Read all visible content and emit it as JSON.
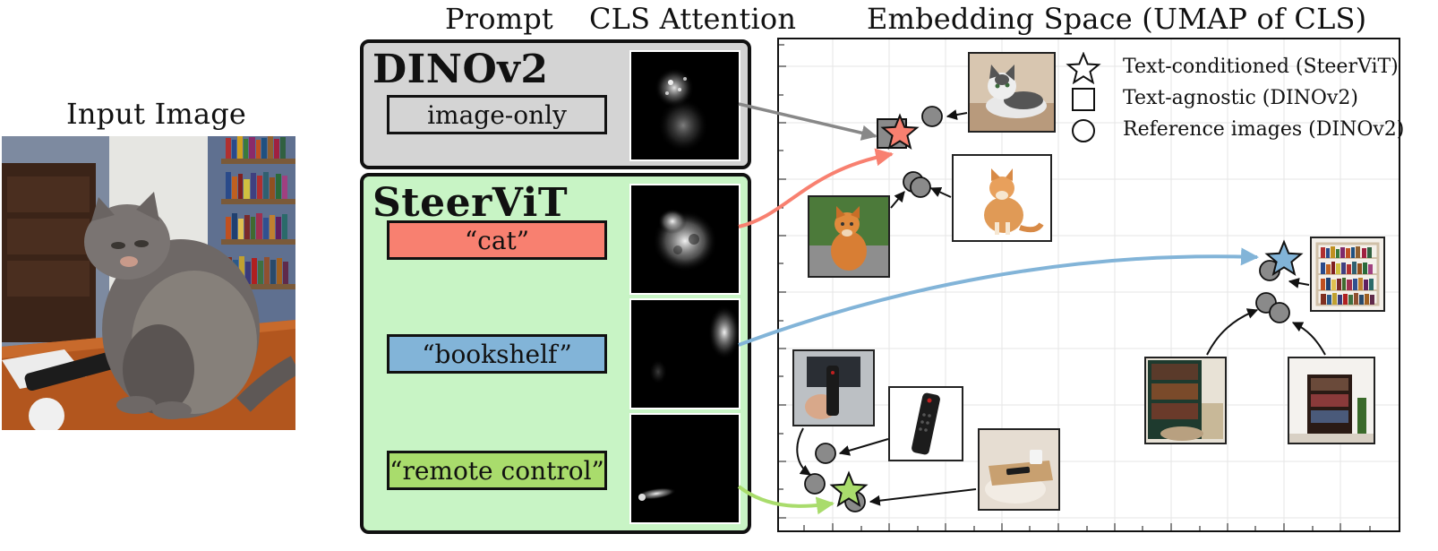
{
  "input_image": {
    "title": "Input Image"
  },
  "headers": {
    "prompt": "Prompt",
    "cls_attention": "CLS Attention",
    "embedding_space": "Embedding Space (UMAP of CLS)"
  },
  "dino_panel": {
    "title": "DINOv2",
    "prompt": "image-only",
    "color": "#d4d4d4"
  },
  "steer_panel": {
    "title": "SteerViT",
    "color": "#c8f4c5",
    "prompts": [
      {
        "label": "“cat”",
        "color": "#f88070"
      },
      {
        "label": "“bookshelf”",
        "color": "#82b4d8"
      },
      {
        "label": "“remote control”",
        "color": "#a9dc6c"
      }
    ]
  },
  "legend": [
    {
      "marker": "star",
      "label": "Text-conditioned (SteerViT)"
    },
    {
      "marker": "square",
      "label": "Text-agnostic (DINOv2)"
    },
    {
      "marker": "circle",
      "label": "Reference images (DINOv2)"
    }
  ],
  "colors": {
    "cat": "#f88070",
    "bookshelf": "#82b4d8",
    "remote": "#a9dc6c",
    "reference_dot": "#8a8a8a",
    "dino_arrow": "#888888"
  }
}
